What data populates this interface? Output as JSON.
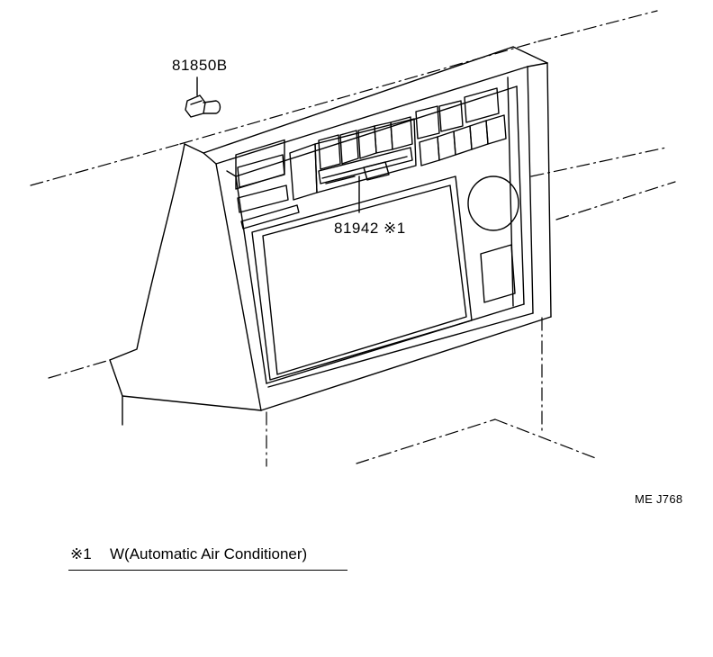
{
  "parts": {
    "clip": {
      "number": "81850B"
    },
    "panel": {
      "number": "81942 ※1"
    }
  },
  "diagram_code": "ME J768",
  "note": {
    "mark": "※1",
    "text": "W(Automatic Air Conditioner)"
  },
  "colors": {
    "ink": "#000000",
    "paper": "#ffffff"
  }
}
